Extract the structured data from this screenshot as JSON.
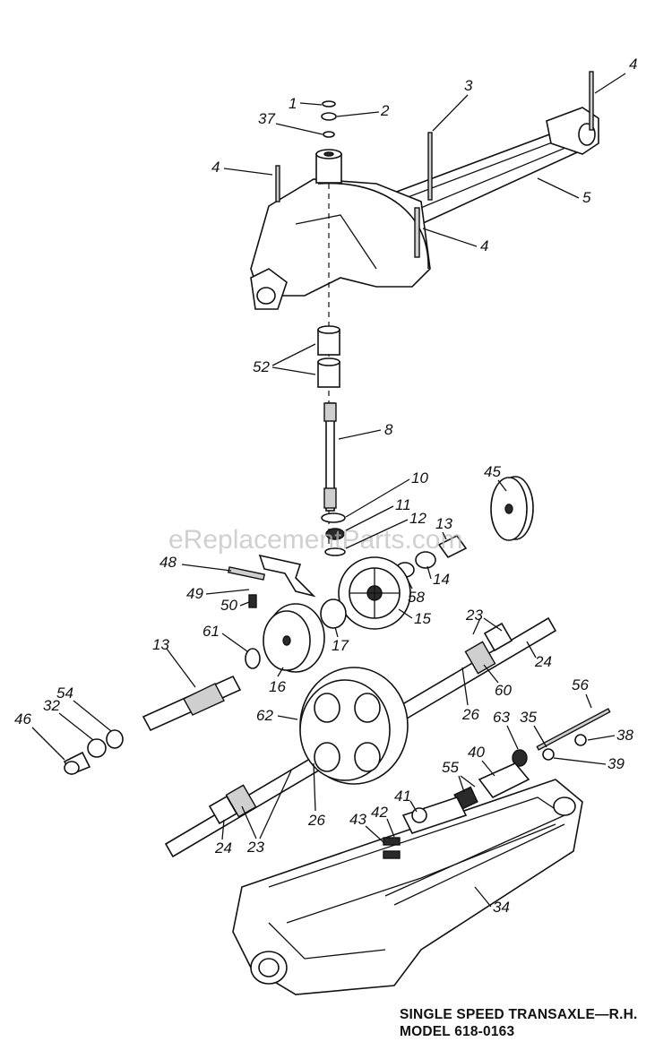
{
  "watermark": "eReplacementParts.com",
  "caption": {
    "line1": "SINGLE SPEED TRANSAXLE—R.H.",
    "line2": "MODEL 618-0163"
  },
  "callouts": [
    "1",
    "2",
    "37",
    "3",
    "4",
    "4",
    "5",
    "4",
    "52",
    "8",
    "10",
    "45",
    "11",
    "12",
    "13",
    "14",
    "48",
    "49",
    "50",
    "58",
    "15",
    "17",
    "61",
    "13",
    "16",
    "23",
    "24",
    "54",
    "32",
    "46",
    "62",
    "26",
    "60",
    "56",
    "63",
    "35",
    "38",
    "39",
    "40",
    "55",
    "41",
    "43",
    "42",
    "26",
    "24",
    "23",
    "34"
  ]
}
